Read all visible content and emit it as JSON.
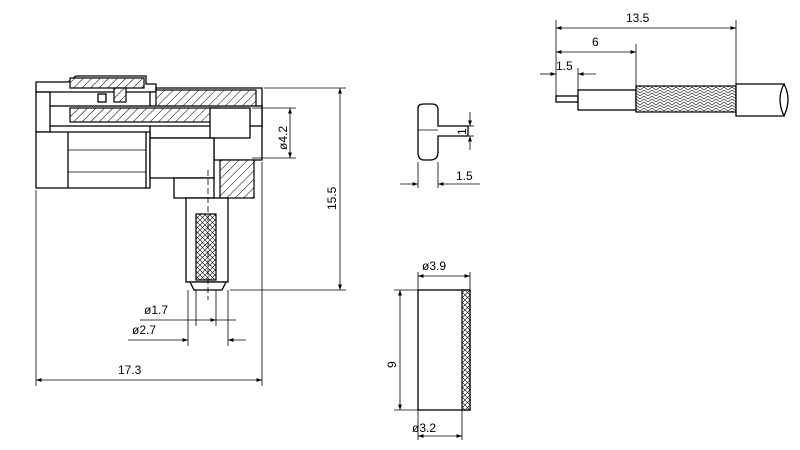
{
  "dimensions": {
    "body_length": "17.3",
    "body_height": "15.5",
    "bore_diameter": "ø4.2",
    "pin_diameter": "ø1.7",
    "pin_outer_diameter": "ø2.7",
    "contact_gap": "1",
    "contact_width": "1.5",
    "ferrule_outer_diameter": "ø3.9",
    "ferrule_inner_diameter": "ø3.2",
    "ferrule_length": "9",
    "strip_total": "13.5",
    "strip_braid": "6",
    "strip_center": "1.5"
  },
  "views": [
    "connector-section-view",
    "contact-detail-view",
    "ferrule-view",
    "cable-strip-view"
  ]
}
